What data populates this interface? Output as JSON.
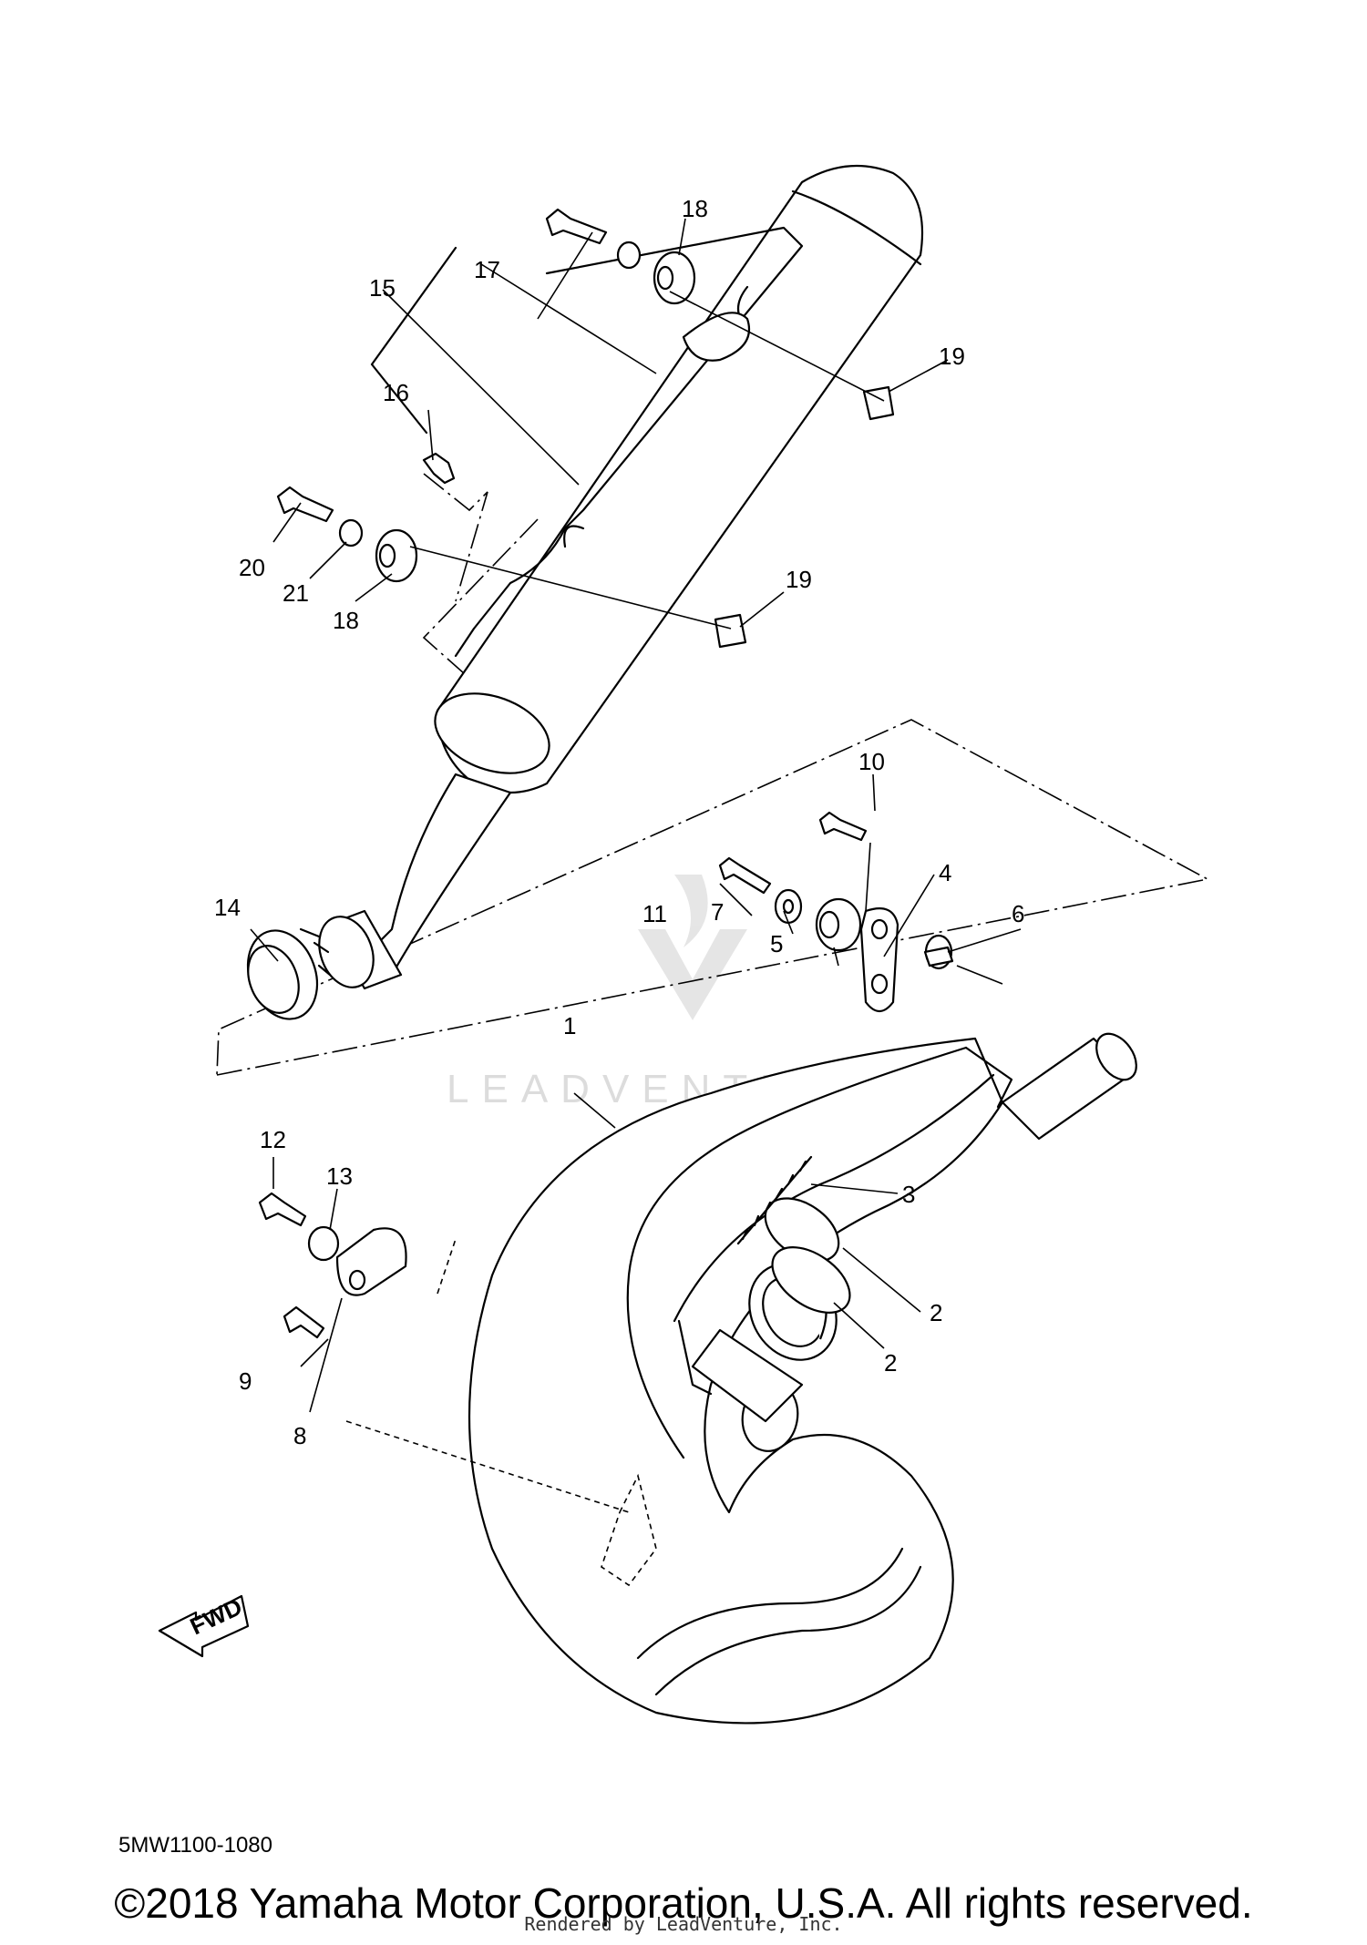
{
  "diagram": {
    "callouts": {
      "c1": "1",
      "c2a": "2",
      "c2b": "2",
      "c3": "3",
      "c4": "4",
      "c5": "5",
      "c6": "6",
      "c7": "7",
      "c8": "8",
      "c9": "9",
      "c10": "10",
      "c11": "11",
      "c12": "12",
      "c13": "13",
      "c14": "14",
      "c15": "15",
      "c16": "16",
      "c17": "17",
      "c18a": "18",
      "c18b": "18",
      "c19a": "19",
      "c19b": "19",
      "c20": "20",
      "c21": "21"
    },
    "fwd_label": "FWD",
    "diagram_code": "5MW1100-1080",
    "watermark": "LEADVENTURE"
  },
  "footer": {
    "copyright": "©2018 Yamaha Motor Corporation, U.S.A. All rights reserved.",
    "rendered_by": "Rendered by LeadVenture, Inc."
  }
}
